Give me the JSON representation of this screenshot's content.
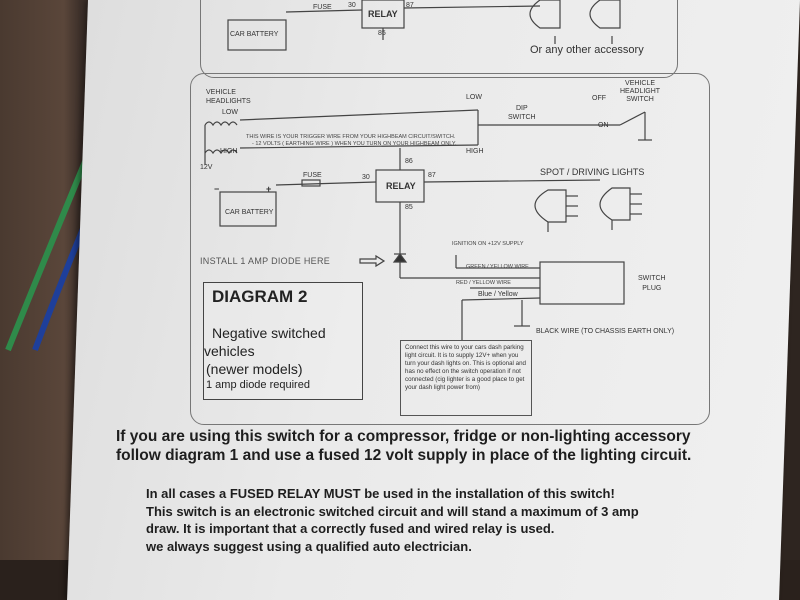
{
  "colors": {
    "paper": "#eaeaea",
    "ink": "#333333",
    "wire_green": "#2f8a4a",
    "wire_blue": "#1e3f9a",
    "wire_red": "#d23a3a",
    "wire_black": "#151515"
  },
  "top_diagram": {
    "car_battery": "CAR BATTERY",
    "fuse": "FUSE",
    "terminal_30": "30",
    "terminal_87": "87",
    "relay": "RELAY",
    "terminal_85": "85",
    "other_accessory": "Or any other accessory"
  },
  "diagram2": {
    "vehicle_headlights": "VEHICLE\nHEADLIGHTS",
    "low_left": "LOW",
    "high_left": "HIGH",
    "v12": "12V",
    "low_switch": "LOW",
    "high_switch": "HIGH",
    "dip_switch": "DIP\nSWITCH",
    "off": "OFF",
    "on": "ON",
    "vehicle_headlight_switch": "VEHICLE\nHEADLIGHT\nSWITCH",
    "trigger_note_1": "THIS WIRE IS YOUR TRIGGER WIRE FROM YOUR HIGHBEAM CIRCUIT/SWITCH.",
    "trigger_note_2": "- 12 VOLTS ( EARTHING  WIRE ) WHEN YOU TURN ON YOUR HIGHBEAM ONLY.",
    "terminal_86": "86",
    "terminal_30": "30",
    "terminal_87": "87",
    "terminal_85": "85",
    "relay": "RELAY",
    "fuse": "FUSE",
    "car_battery": "CAR BATTERY",
    "spot_driving": "SPOT / DRIVING LIGHTS",
    "install_diode": "INSTALL 1 AMP DIODE HERE",
    "ignition": "IGNITION ON +12V SUPPLY",
    "green_yellow": "GREEN / YELLOW WIRE",
    "red_yellow": "RED / YELLOW WIRE",
    "blue_yellow": "Blue / Yellow",
    "switch_plug": "SWITCH\nPLUG",
    "black_wire": "BLACK WIRE  (TO CHASSIS EARTH ONLY)",
    "box_title": "DIAGRAM 2",
    "box_line1": "Negative switched",
    "box_line2": "vehicles",
    "box_line3": "(newer models)",
    "box_line4": "1 amp diode required",
    "dash_note": "Connect this wire to your cars dash parking light circuit. It is to supply 12V+ when you turn your dash lights on. This is optional and has no effect on the switch operation if not connected (cig lighter is a good place to get your dash light power from)"
  },
  "caption": {
    "line1": "If you are using this switch for a compressor, fridge or non-lighting accessory",
    "line2": "follow diagram 1 and use a fused 12 volt supply in place of the lighting circuit."
  },
  "notice": {
    "line1": "In all cases a FUSED RELAY MUST be used in the installation of this switch!",
    "line2": "This switch is an electronic switched circuit and will stand a maximum of 3 amp",
    "line3": "draw. It is important that a correctly fused and wired relay is used.",
    "line4": "we always suggest using a qualified auto electrician."
  }
}
